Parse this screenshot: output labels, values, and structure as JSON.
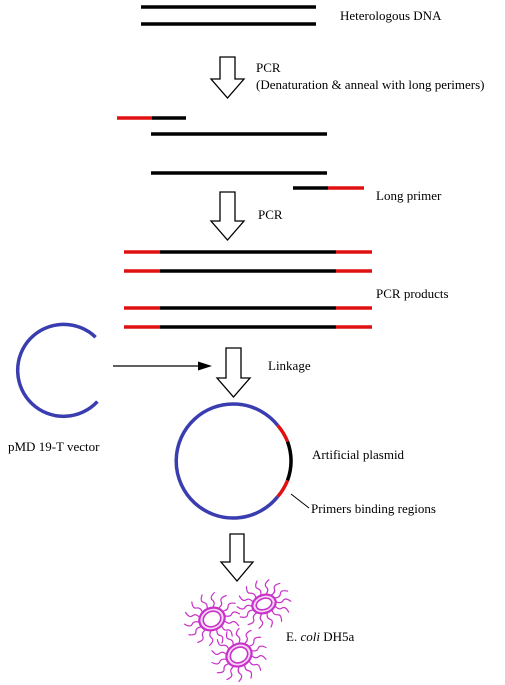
{
  "colors": {
    "dna": "#000000",
    "primer": "#e01010",
    "vector": "#3a3db0",
    "bacteria": "#c832c8",
    "arrow": "#000000"
  },
  "labels": {
    "heterologous_dna": "Heterologous DNA",
    "pcr_step1_title": "PCR",
    "pcr_step1_detail": "(Denaturation & anneal with long perimers)",
    "long_primer": "Long primer",
    "pcr_step2": "PCR",
    "pcr_products": "PCR products",
    "linkage": "Linkage",
    "vector": "pMD 19-T vector",
    "artificial_plasmid": "Artificial plasmid",
    "primers_binding_regions": "Primers binding regions",
    "ecoli_prefix": "E. ",
    "ecoli_italic": "coli",
    "ecoli_suffix": " DH5a"
  },
  "icons": {
    "step_arrow": "hollow-down-arrow-icon",
    "bacterium": "bacterium-icon"
  }
}
